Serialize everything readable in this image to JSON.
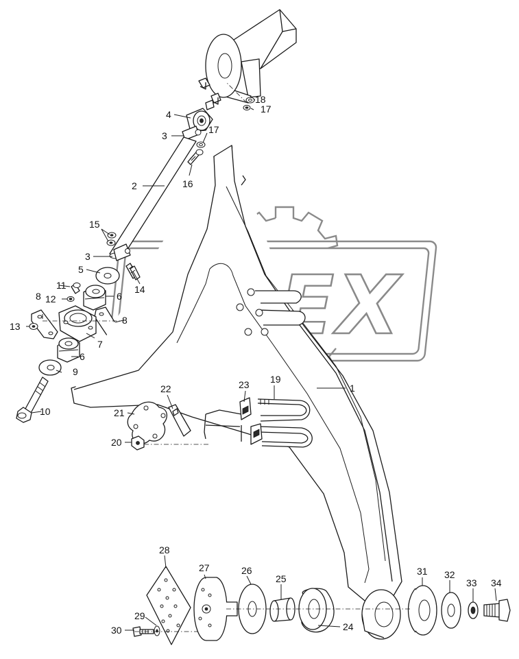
{
  "watermark": {
    "text": "OPEX"
  },
  "callouts": [
    {
      "id": "c1",
      "label": "1"
    },
    {
      "id": "c2",
      "label": "2"
    },
    {
      "id": "c3a",
      "label": "3"
    },
    {
      "id": "c3b",
      "label": "3"
    },
    {
      "id": "c4",
      "label": "4"
    },
    {
      "id": "c5",
      "label": "5"
    },
    {
      "id": "c6a",
      "label": "6"
    },
    {
      "id": "c6b",
      "label": "6"
    },
    {
      "id": "c7",
      "label": "7"
    },
    {
      "id": "c8a",
      "label": "8"
    },
    {
      "id": "c8b",
      "label": "8"
    },
    {
      "id": "c9",
      "label": "9"
    },
    {
      "id": "c10",
      "label": "10"
    },
    {
      "id": "c11",
      "label": "11"
    },
    {
      "id": "c12",
      "label": "12"
    },
    {
      "id": "c13",
      "label": "13"
    },
    {
      "id": "c14",
      "label": "14"
    },
    {
      "id": "c15",
      "label": "15"
    },
    {
      "id": "c16",
      "label": "16"
    },
    {
      "id": "c17a",
      "label": "17"
    },
    {
      "id": "c17b",
      "label": "17"
    },
    {
      "id": "c18",
      "label": "18"
    },
    {
      "id": "c19",
      "label": "19"
    },
    {
      "id": "c20",
      "label": "20"
    },
    {
      "id": "c21",
      "label": "21"
    },
    {
      "id": "c22",
      "label": "22"
    },
    {
      "id": "c23",
      "label": "23"
    },
    {
      "id": "c24",
      "label": "24"
    },
    {
      "id": "c25",
      "label": "25"
    },
    {
      "id": "c26",
      "label": "26"
    },
    {
      "id": "c27",
      "label": "27"
    },
    {
      "id": "c28",
      "label": "28"
    },
    {
      "id": "c29",
      "label": "29"
    },
    {
      "id": "c30",
      "label": "30"
    },
    {
      "id": "c31",
      "label": "31"
    },
    {
      "id": "c32",
      "label": "32"
    },
    {
      "id": "c33",
      "label": "33"
    },
    {
      "id": "c34",
      "label": "34"
    }
  ]
}
